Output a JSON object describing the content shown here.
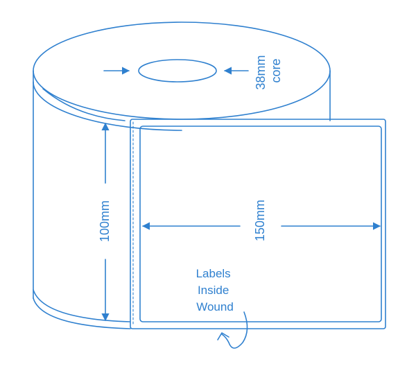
{
  "diagram": {
    "stroke_color": "#2f80cf",
    "background_color": "#ffffff",
    "core_label": [
      "38mm",
      "core"
    ],
    "height_label": "100mm",
    "width_label": "150mm",
    "winding_note": [
      "Labels",
      "Inside",
      "Wound"
    ],
    "icons": {
      "core_arrows": "arrow-icon",
      "winding_direction": "curved-arrow-icon"
    }
  }
}
